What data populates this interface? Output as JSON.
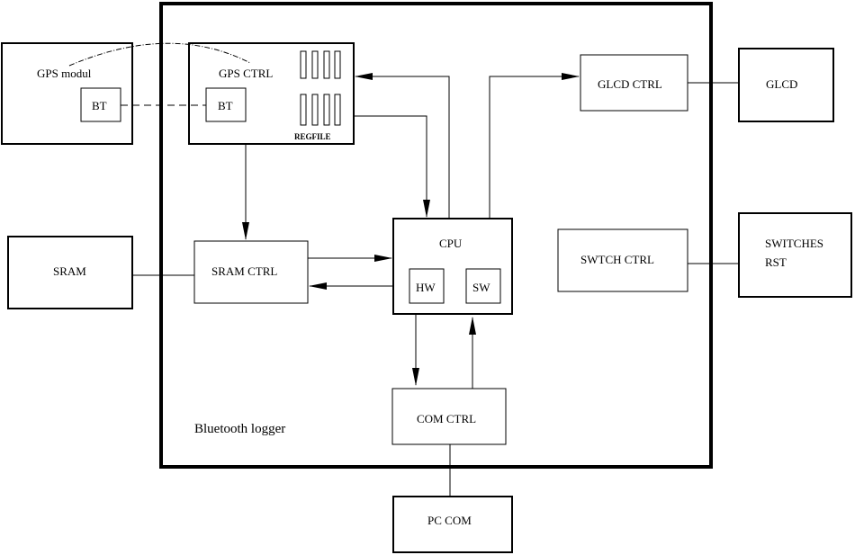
{
  "diagram": {
    "title": "Bluetooth logger",
    "blocks": {
      "gps_modul": "GPS modul",
      "gps_modul_bt": "BT",
      "gps_ctrl": "GPS CTRL",
      "gps_ctrl_bt": "BT",
      "regfile": "REGFILE",
      "glcd_ctrl": "GLCD CTRL",
      "glcd": "GLCD",
      "sram": "SRAM",
      "sram_ctrl": "SRAM CTRL",
      "cpu": "CPU",
      "cpu_hw": "HW",
      "cpu_sw": "SW",
      "swtch_ctrl": "SWTCH CTRL",
      "switches_line1": "SWITCHES",
      "switches_line2": "RST",
      "com_ctrl": "COM CTRL",
      "pc_com": "PC COM",
      "container_label": "Bluetooth logger"
    },
    "connections": [
      {
        "from": "GPS modul BT",
        "to": "GPS CTRL BT",
        "style": "dashed"
      },
      {
        "from": "GPS modul",
        "to": "GPS CTRL",
        "style": "dash-dot arc"
      },
      {
        "from": "CPU",
        "to": "GPS CTRL",
        "style": "arrow"
      },
      {
        "from": "GPS CTRL",
        "to": "CPU",
        "style": "arrow"
      },
      {
        "from": "GPS CTRL",
        "to": "SRAM CTRL",
        "style": "arrow"
      },
      {
        "from": "CPU",
        "to": "GLCD CTRL",
        "style": "arrow"
      },
      {
        "from": "GLCD CTRL",
        "to": "GLCD",
        "style": "line"
      },
      {
        "from": "SRAM",
        "to": "SRAM CTRL",
        "style": "line"
      },
      {
        "from": "SRAM CTRL",
        "to": "CPU",
        "style": "arrow"
      },
      {
        "from": "CPU",
        "to": "SRAM CTRL",
        "style": "arrow"
      },
      {
        "from": "SWTCH CTRL",
        "to": "SWITCHES RST",
        "style": "line"
      },
      {
        "from": "CPU",
        "to": "COM CTRL",
        "style": "arrow"
      },
      {
        "from": "COM CTRL",
        "to": "CPU",
        "style": "arrow"
      },
      {
        "from": "COM CTRL",
        "to": "PC COM",
        "style": "line"
      }
    ]
  }
}
